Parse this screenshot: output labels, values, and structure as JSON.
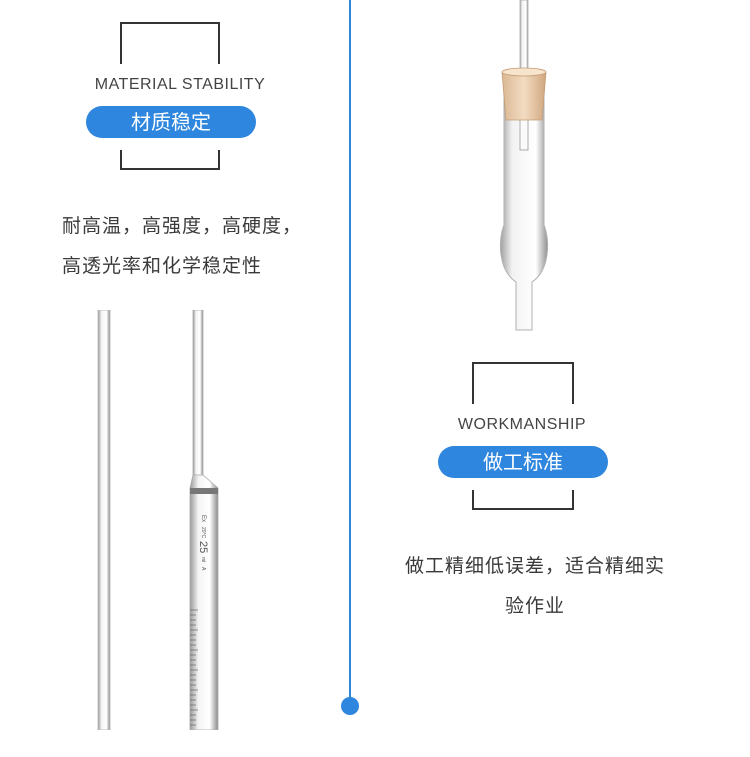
{
  "section1": {
    "english_title": "MATERIAL STABILITY",
    "chinese_title": "材质稳定",
    "description_line1": "耐高温，高强度，高硬度，",
    "description_line2": "高透光率和化学稳定性"
  },
  "section2": {
    "english_title": "WORKMANSHIP",
    "chinese_title": "做工标准",
    "description_line1": "做工精细低误差，适合精细实",
    "description_line2": "验作业"
  },
  "pipette_markings": {
    "line1": "Ex",
    "line2": "20°C",
    "volume": "25",
    "unit": "ml",
    "class": "A"
  },
  "colors": {
    "accent": "#2e86de",
    "text": "#3a3a3a",
    "bracket": "#333333"
  }
}
